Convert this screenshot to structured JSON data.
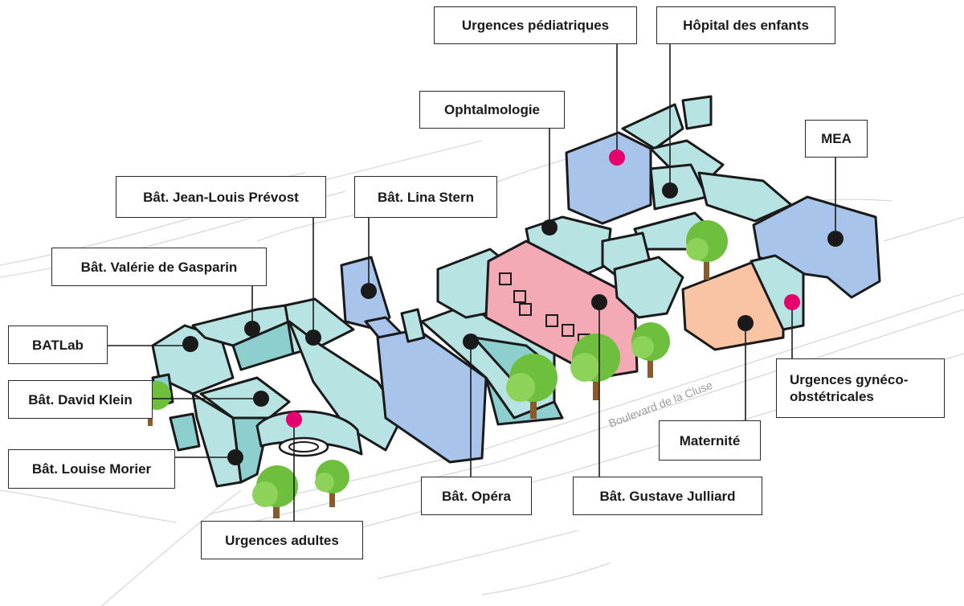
{
  "colors": {
    "teal": "#b7e3e2",
    "teal_dark": "#8dcfcf",
    "blue": "#a8c4ea",
    "pink": "#f4aab4",
    "orange": "#f9c4a4",
    "outline": "#1a1a1a",
    "marker_building": "#1a1a1a",
    "marker_emergency": "#e5006e",
    "tree": "#6fbf3e",
    "road_lines": "#d6d6d6"
  },
  "street": {
    "name": "Boulevard de la Cluse"
  },
  "labels": {
    "urgences_pediatriques": "Urgences pédiatriques",
    "hopital_enfants": "Hôpital des enfants",
    "ophtalmologie": "Ophtalmologie",
    "mea": "MEA",
    "jean_louis_prevost": "Bât. Jean-Louis Prévost",
    "lina_stern": "Bât. Lina Stern",
    "valerie_de_gasparin": "Bât. Valérie de Gasparin",
    "batlab": "BATLab",
    "david_klein": "Bât. David Klein",
    "louise_morier": "Bât. Louise Morier",
    "urgences_adultes": "Urgences adultes",
    "opera": "Bât. Opéra",
    "gustave_julliard": "Bât. Gustave Julliard",
    "maternite": "Maternité",
    "urgences_gyneco": "Urgences gynéco-\nobstétricales"
  },
  "marker_types": {
    "building": "building-marker",
    "emergency": "emergency-marker"
  }
}
